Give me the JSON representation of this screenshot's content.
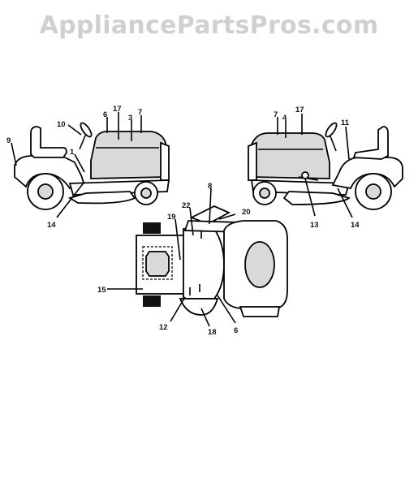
{
  "watermark": "AppliancePartsPros.com",
  "callouts": {
    "left_tractor": [
      "9",
      "10",
      "6",
      "17",
      "3",
      "7",
      "1",
      "14"
    ],
    "right_tractor": [
      "7",
      "4",
      "17",
      "11",
      "13",
      "14"
    ],
    "top_view": [
      "8",
      "22",
      "19",
      "20",
      "15",
      "12",
      "18",
      "6"
    ]
  }
}
